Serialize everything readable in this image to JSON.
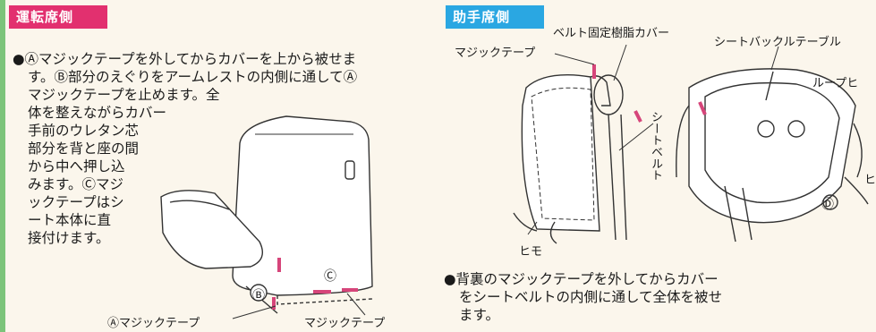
{
  "colors": {
    "driver_tag": "#e2306f",
    "passenger_tag": "#2aa7e2",
    "background": "#fbf6ec",
    "velcro": "#d6457a"
  },
  "driver": {
    "heading": "運転席側",
    "instruction_lines": [
      "●Ⓐマジックテープを外してからカバーを上から被せま",
      "す。Ⓑ部分のえぐりをアームレストの内側に通してⒶ",
      "マジックテープを止めます。全",
      "体を整えながらカバー",
      "手前のウレタン芯",
      "部分を背と座の間",
      "から中へ押し込",
      "みます。Ⓒマジ",
      "ックテープはシ",
      "ート本体に直",
      "接付けます。"
    ],
    "label_a": "Ⓐマジックテープ",
    "label_velcro": "マジックテープ",
    "marker_b": "Ⓑ",
    "marker_c": "Ⓒ"
  },
  "passenger": {
    "heading": "助手席側",
    "label_velcro": "マジックテープ",
    "label_belt_cover": "ベルト固定樹脂カバー",
    "label_buckle_table": "シートバックルテーブル",
    "label_loop": "ループヒ",
    "label_seatbelt": "シートベルト",
    "label_himo": "ヒモ",
    "label_hi": "ヒ",
    "marker_d": "Ⓓ",
    "instruction_lines": [
      "●背裏のマジックテープを外してからカバー",
      "をシートベルトの内側に通して全体を被せ",
      "ます。"
    ]
  }
}
